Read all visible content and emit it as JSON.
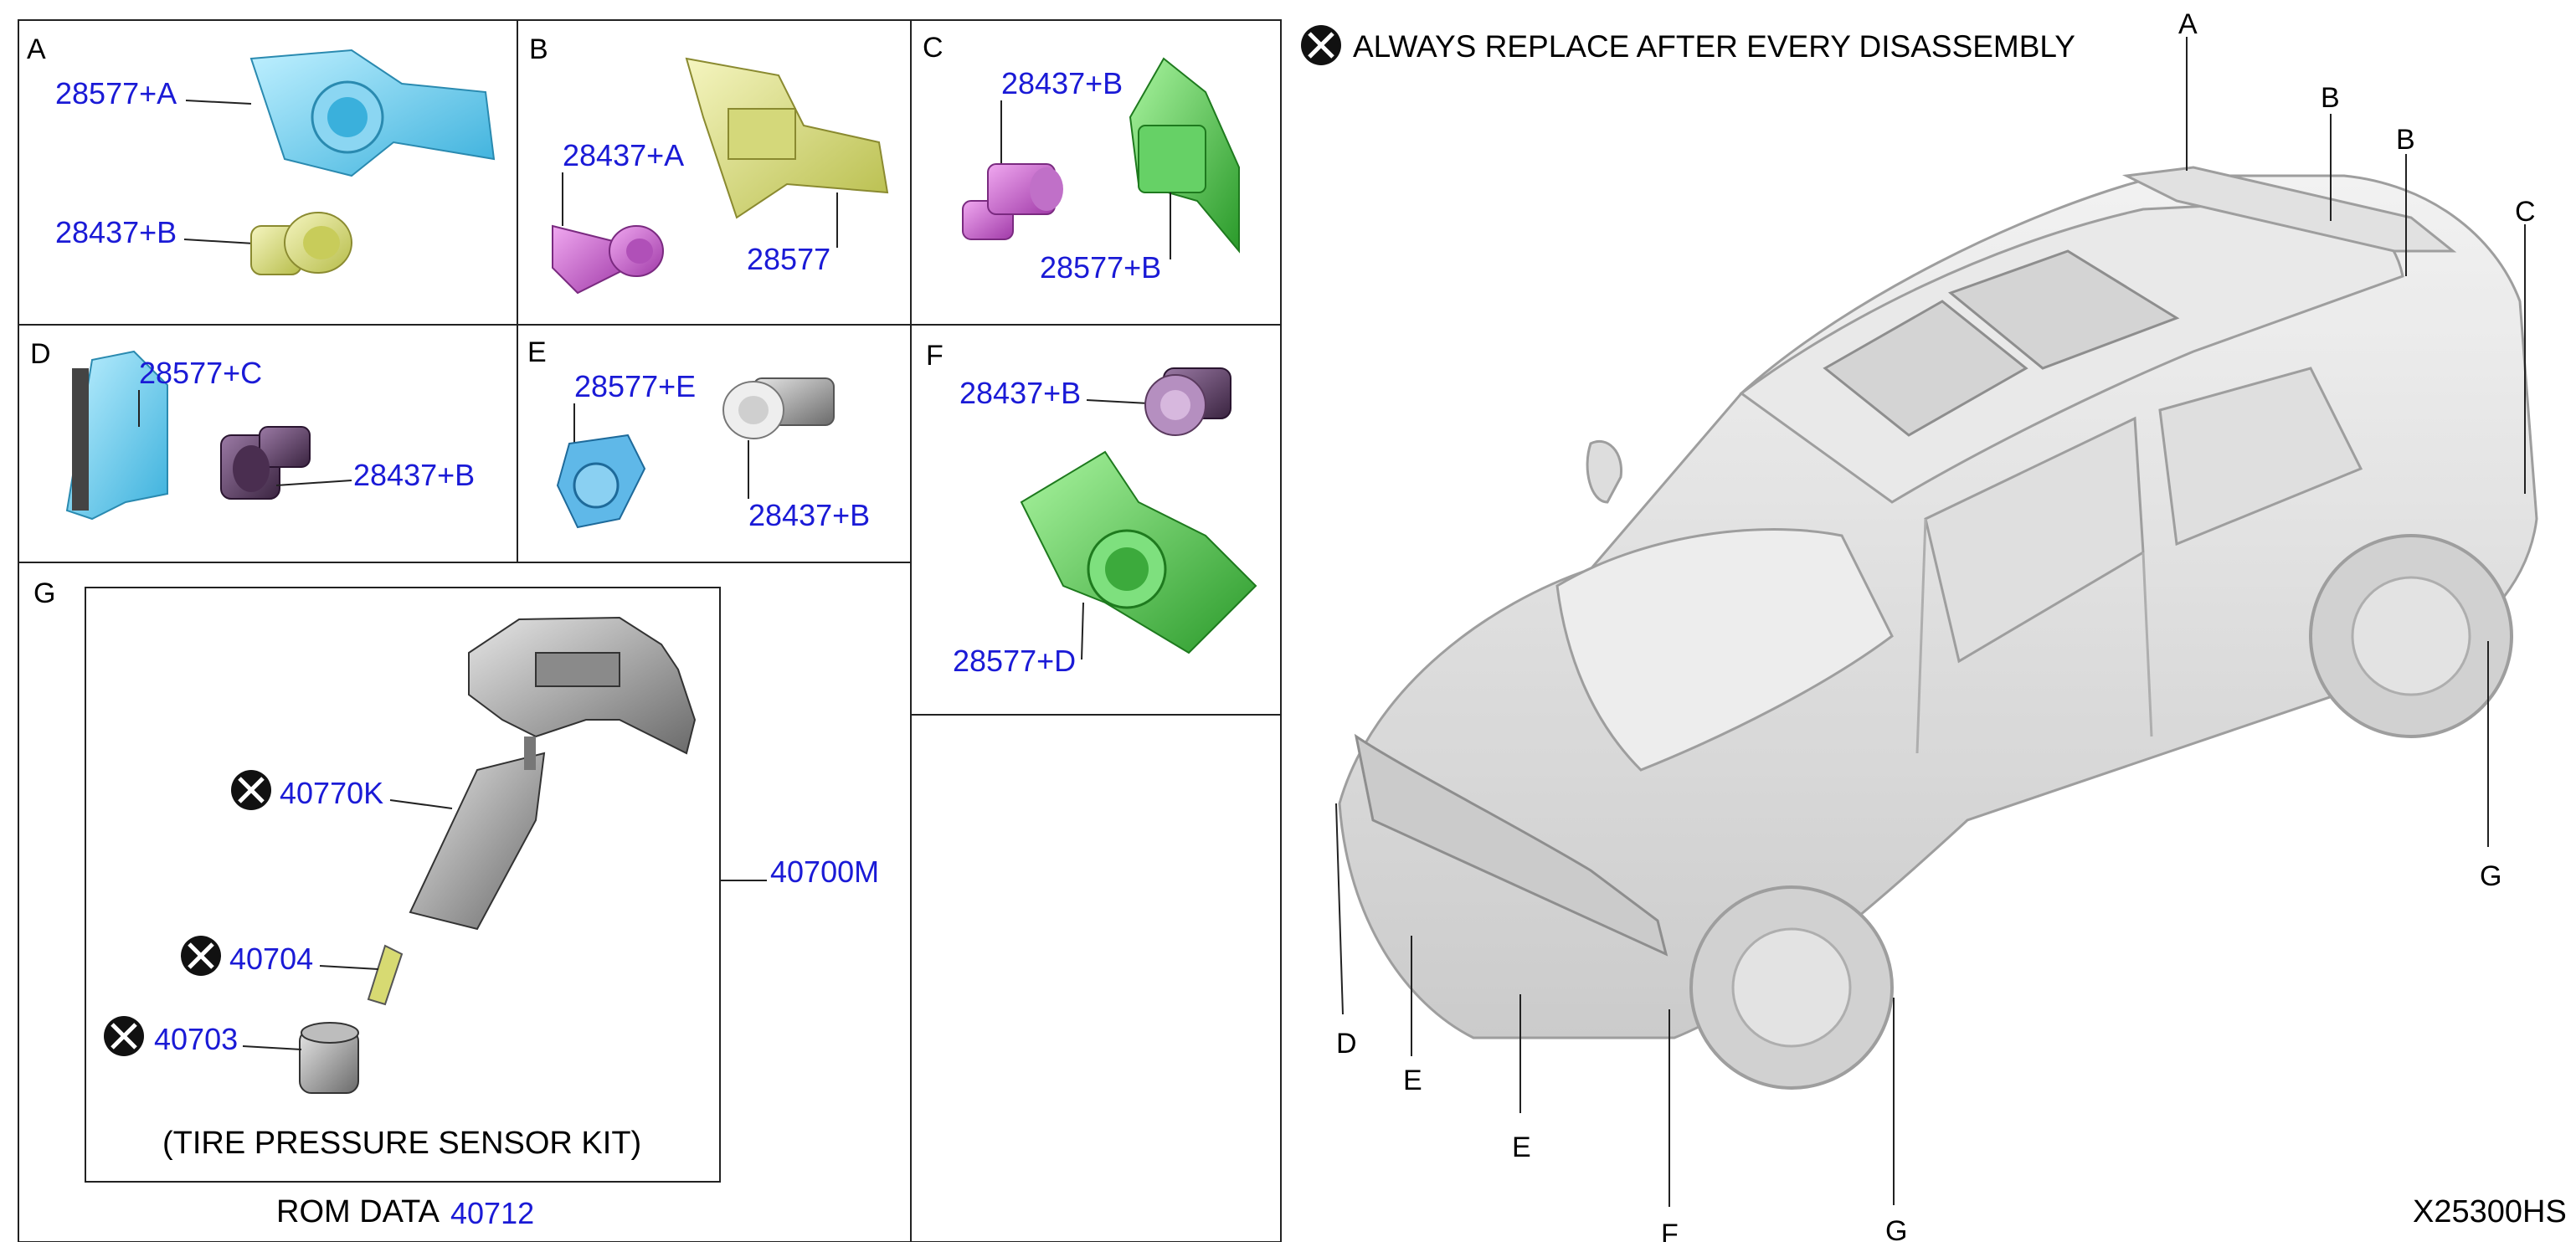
{
  "notice": {
    "text": "ALWAYS REPLACE AFTER EVERY DISASSEMBLY"
  },
  "drawing_id": "X25300HS",
  "panels": {
    "A": {
      "letter": "A",
      "labels": [
        "28577+A",
        "28437+B"
      ]
    },
    "B": {
      "letter": "B",
      "labels": [
        "28437+A",
        "28577"
      ]
    },
    "C": {
      "letter": "C",
      "labels": [
        "28437+B",
        "28577+B"
      ]
    },
    "D": {
      "letter": "D",
      "labels": [
        "28577+C",
        "28437+B"
      ]
    },
    "E": {
      "letter": "E",
      "labels": [
        "28577+E",
        "28437+B"
      ]
    },
    "F": {
      "letter": "F",
      "labels": [
        "28437+B",
        "28577+D"
      ]
    },
    "G": {
      "letter": "G",
      "labels": [
        "40770K",
        "40704",
        "40703",
        "40700M"
      ],
      "kit_caption": "(TIRE PRESSURE SENSOR KIT)",
      "rom_label": "ROM DATA",
      "rom_number": "40712"
    }
  },
  "vehicle_callouts": [
    "A",
    "B",
    "B",
    "C",
    "D",
    "E",
    "E",
    "F",
    "G",
    "G"
  ],
  "colors": {
    "label_blue": "#1a1ad6",
    "part_cyan": "#7fd8f0",
    "part_yellow": "#dde27a",
    "part_magenta": "#d070d0",
    "part_green": "#4ccc4c",
    "part_dark_purple": "#5a3a5e",
    "part_light_blue": "#5fb8e8",
    "part_grey": "#9a9a9a"
  },
  "icons": [
    "replace-always-icon"
  ]
}
